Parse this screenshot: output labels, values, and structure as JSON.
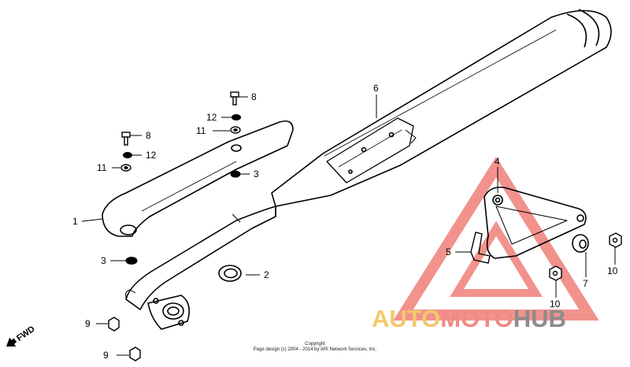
{
  "part_callouts": [
    {
      "id": "label-1",
      "text": "1"
    },
    {
      "id": "label-2",
      "text": "2"
    },
    {
      "id": "label-3a",
      "text": "3"
    },
    {
      "id": "label-3b",
      "text": "3"
    },
    {
      "id": "label-4",
      "text": "4"
    },
    {
      "id": "label-5",
      "text": "5"
    },
    {
      "id": "label-6",
      "text": "6"
    },
    {
      "id": "label-7",
      "text": "7"
    },
    {
      "id": "label-8a",
      "text": "8"
    },
    {
      "id": "label-8b",
      "text": "8"
    },
    {
      "id": "label-9a",
      "text": "9"
    },
    {
      "id": "label-9b",
      "text": "9"
    },
    {
      "id": "label-10a",
      "text": "10"
    },
    {
      "id": "label-10b",
      "text": "10"
    },
    {
      "id": "label-11a",
      "text": "11"
    },
    {
      "id": "label-11b",
      "text": "11"
    },
    {
      "id": "label-12a",
      "text": "12"
    },
    {
      "id": "label-12b",
      "text": "12"
    }
  ],
  "direction_marker": {
    "text": "FWD"
  },
  "copyright": {
    "line1": "Copyright",
    "line2": "Page design (c) 2004 - 2014 by ARI Network Services, Inc."
  },
  "watermark": {
    "part1": "AUTO",
    "part2": "MOTO",
    "part3": "HUB",
    "color_auto": "#f2c96a",
    "color_moto": "#f08a84",
    "color_hub": "#8c8c8c",
    "triangle_color": "#f07f7a"
  }
}
